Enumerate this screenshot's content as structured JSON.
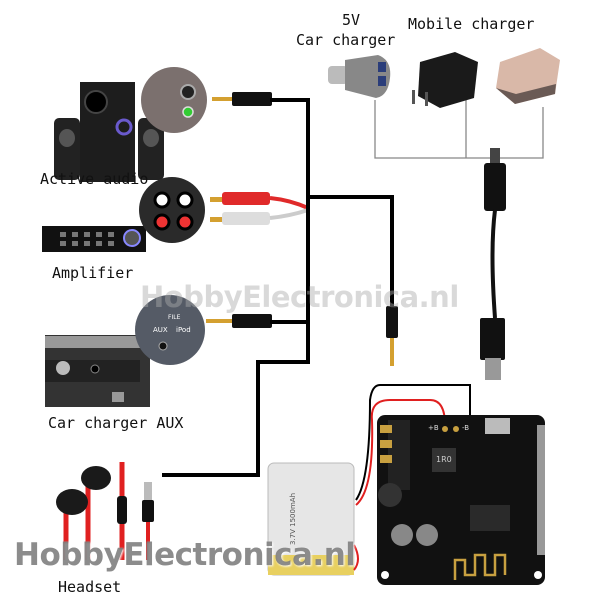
{
  "labels": {
    "car_charger_voltage": "5V",
    "car_charger": "Car charger",
    "mobile_charger": "Mobile charger",
    "active_audio": "Active audio",
    "amplifier": "Amplifier",
    "car_charger_aux": "Car charger AUX",
    "headset": "Headset"
  },
  "inset_labels": {
    "aux": "AUX",
    "ipod": "iPod",
    "file": "FILE"
  },
  "board": {
    "plus_pad": "+B",
    "minus_pad": "-B",
    "inductor": "1R0"
  },
  "battery": {
    "spec": "3.7V 1500mAh"
  },
  "watermark": "HobbyElectronica.nl",
  "colors": {
    "wire": "#000000",
    "red_wire": "#e02020",
    "board": "#111111",
    "gold": "#c8a040"
  }
}
